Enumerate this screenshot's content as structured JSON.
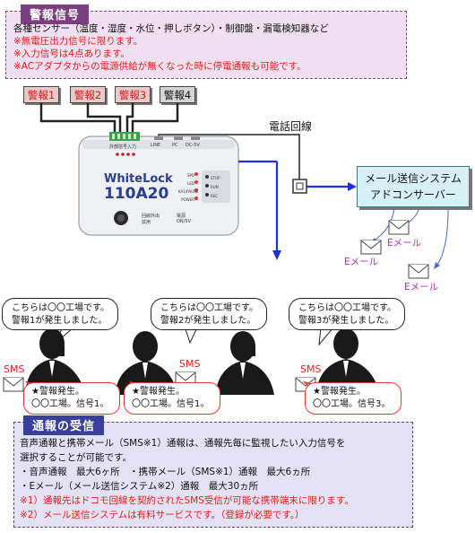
{
  "alarm_section": {
    "title": "警報信号",
    "line1": "各種センサー（温度・湿度・水位・押しボタン）・制御盤・漏電検知器など",
    "line2": "※無電圧出力信号に限ります。",
    "line3": "※入力信号は4点あります。",
    "line4": "※ACアダプタからの電源供給が無くなった時に停電通報も可能です。"
  },
  "alarms": [
    "警報1",
    "警報2",
    "警報3",
    "警報4"
  ],
  "device": {
    "brand": "WhiteLock",
    "model": "110A20",
    "top_label": "外部信号入力",
    "port_line": "LINE",
    "port_pc": "PC",
    "port_dc": "DC-5V",
    "led_labels": [
      "SPD",
      "LED",
      "KA1/PAUSE",
      "POWER"
    ],
    "status_labels": [
      "STOP",
      "RUN",
      "REC"
    ],
    "bottom_left": "回線外出 試用",
    "bottom_right": "電源 ON/5V"
  },
  "phone_line_label": "電話回線",
  "server": {
    "line1": "メール送信システム",
    "line2": "アドコンサーバー"
  },
  "email_label": "Eメール",
  "calls": [
    {
      "bubble_line1": "こちらは〇〇工場です。",
      "bubble_line2": "警報1が発生しました。",
      "sms_line1": "★警報発生。",
      "sms_line2": "〇〇工場。信号1。"
    },
    {
      "bubble_line1": "こちらは〇〇工場です。",
      "bubble_line2": "警報2が発生しました。",
      "sms_line1": "★警報発生。",
      "sms_line2": "〇〇工場。信号1。"
    },
    {
      "bubble_line1": "こちらは〇〇工場です。",
      "bubble_line2": "警報3が発生しました。",
      "sms_line1": "★警報発生。",
      "sms_line2": "〇〇工場。信号3。"
    }
  ],
  "sms_label": "SMS",
  "receive_section": {
    "title": "通報の受信",
    "line1": "音声通報と携帯メール（SMS※1）通報は、通報先毎に監視したい入力信号を",
    "line2": "選択することが可能です。",
    "line3": "・音声通報　最大6ヶ所　・携帯メール（SMS※1）通報　最大6ヵ所",
    "line4": "・Eメール（メール送信システム※2）通報　最大30ヵ所",
    "note1": "※1）通報先はドコモ回線を契約されたSMS受信が可能な携帯端末に限ります。",
    "note2": "※2）メール送信システムは有料サービスです。（登録が必要です。）"
  },
  "colors": {
    "accent_red": "#e0201a",
    "header_purple": "#7b3f80",
    "arrow_blue": "#1f2fe0",
    "email_purple": "#b02ec0"
  }
}
